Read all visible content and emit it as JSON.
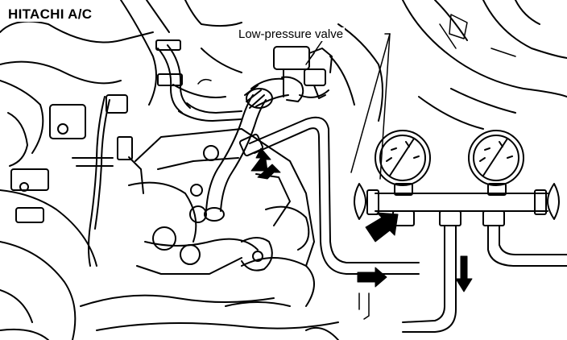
{
  "title": "HITACHI A/C",
  "callout": {
    "text": "Low-pressure valve"
  },
  "colors": {
    "ink": "#000000",
    "paper": "#ffffff"
  },
  "icons": [
    "engine-bay-illustration",
    "pressure-gauge-icon",
    "flow-arrow-icon"
  ]
}
